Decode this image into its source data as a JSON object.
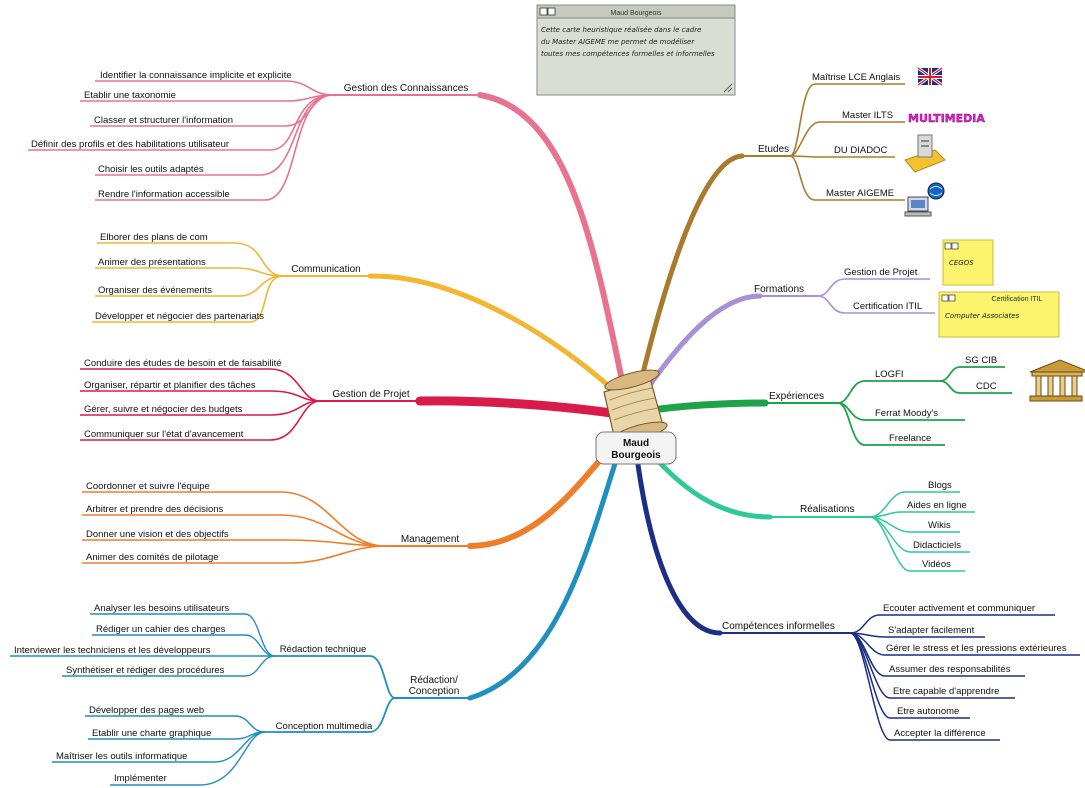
{
  "center": {
    "line1": "Maud",
    "line2": "Bourgeois"
  },
  "top_note": {
    "title": "Maud Bourgeois",
    "lines": [
      "Cette carte heuristique réalisée dans le cadre",
      "du Master AIGEME me permet de modéliser",
      "toutes mes compétences formelles et informelles"
    ]
  },
  "branches": {
    "connaissances": {
      "label": "Gestion des Connaissances",
      "color": "#e8738f",
      "items": [
        "Identifier la connaissance implicite et explicite",
        "Etablir une taxonomie",
        "Classer et structurer l'information",
        "Définir des profils et des habilitations utilisateur",
        "Choisir les outils adaptés",
        "Rendre l'information accessible"
      ]
    },
    "communication": {
      "label": "Communication",
      "color": "#f2b632",
      "items": [
        "Elborer des plans de com",
        "Animer des présentations",
        "Organiser des événements",
        "Développer et négocier des partenariats"
      ]
    },
    "projet": {
      "label": "Gestion de Projet",
      "color": "#d81b4a",
      "items": [
        "Conduire des études de besoin et de faisabilité",
        "Organiser, répartir et planifier des tâches",
        "Gérer, suivre et négocier des budgets",
        "Communiquer sur l'état d'avancement"
      ]
    },
    "management": {
      "label": "Management",
      "color": "#f07d2a",
      "items": [
        "Coordonner et suivre l'équipe",
        "Arbitrer et prendre des décisions",
        "Donner une vision et des objectifs",
        "Animer des comités de pilotage"
      ]
    },
    "redaction": {
      "label_line1": "Rédaction/",
      "label_line2": "Conception",
      "color": "#1f8fbf",
      "technique": {
        "label": "Rédaction technique",
        "items": [
          "Analyser les besoins utilisateurs",
          "Rédiger un cahier des charges",
          "Interviewer les techniciens et les développeurs",
          "Synthétiser et rédiger des procédures"
        ]
      },
      "multimedia": {
        "label": "Conception multimedia",
        "items": [
          "Développer des pages web",
          "Etablir une charte graphique",
          "Maîtriser les outils informatique",
          "Implémenter"
        ]
      }
    },
    "etudes": {
      "label": "Etudes",
      "color": "#a87b2c",
      "items": [
        "Maîtrise LCE Anglais",
        "Master ILTS",
        "DU DIADOC",
        "Master AIGEME"
      ],
      "logo_text": "MULTIMEDIA"
    },
    "formations": {
      "label": "Formations",
      "color": "#a98fd4",
      "items": [
        "Gestion de Projet",
        "Certification ITIL"
      ],
      "note1": "CEGOS",
      "note2_title": "Certification ITIL",
      "note2_text": "Computer Associates"
    },
    "experiences": {
      "label": "Expériences",
      "color": "#1ea34a",
      "logfi": {
        "label": "LOGFI",
        "items": [
          "SG CIB",
          "CDC"
        ]
      },
      "items": [
        "Ferrat Moody's",
        "Freelance"
      ]
    },
    "realisations": {
      "label": "Réalisations",
      "color": "#2fc994",
      "items": [
        "Blogs",
        "Aides en ligne",
        "Wikis",
        "Didacticiels",
        "Vidéos"
      ]
    },
    "informelles": {
      "label": "Compétences informelles",
      "color": "#1b2f86",
      "items": [
        "Ecouter activement et communiquer",
        "S'adapter facilement",
        "Gérer le stress et les pressions extérieures",
        "Assumer des responsabilités",
        "Etre capable d'apprendre",
        "Etre autonome",
        "Accepter la différence"
      ]
    }
  }
}
